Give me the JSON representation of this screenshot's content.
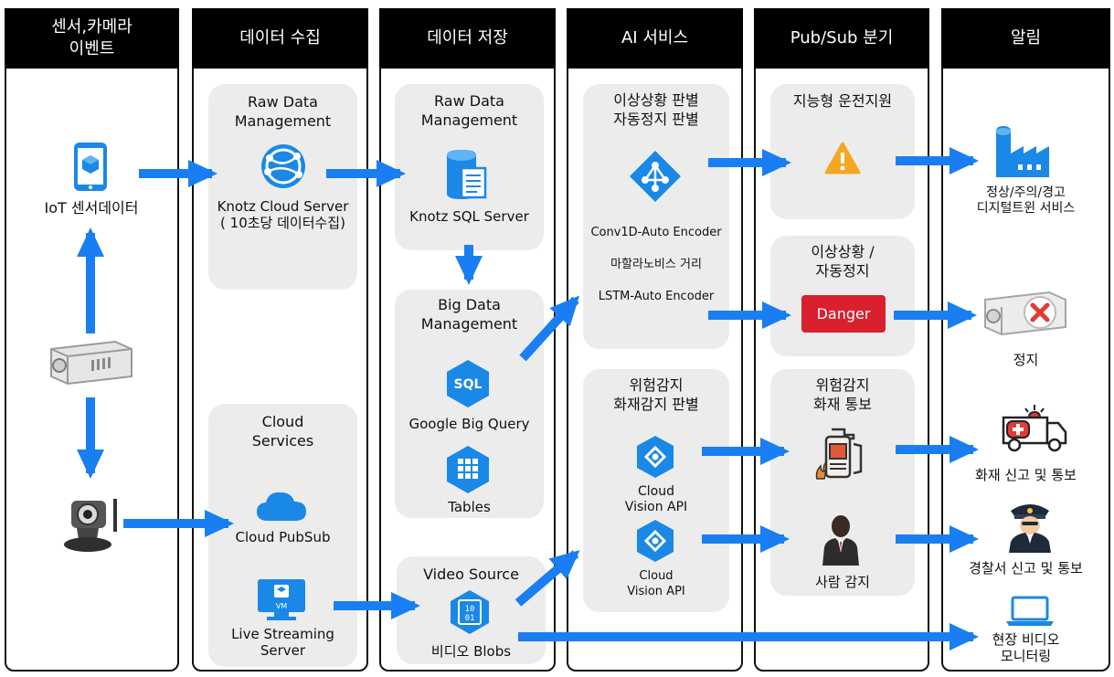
{
  "columns": [
    {
      "title": "센서,카메라\n이벤트"
    },
    {
      "title": "데이터 수집"
    },
    {
      "title": "데이터 저장"
    },
    {
      "title": "AI 서비스"
    },
    {
      "title": "Pub/Sub 분기"
    },
    {
      "title": "알림"
    }
  ],
  "sensors": {
    "iot_label": "IoT 센서데이터"
  },
  "collection": {
    "raw_title": "Raw Data\nManagement",
    "raw_server": "Knotz Cloud Server",
    "raw_server_note": "( 10초당 데이터수집)",
    "cloud_title": "Cloud\nServices",
    "pubsub_label": "Cloud PubSub",
    "streaming_label1": "Live Streaming",
    "streaming_label2": "Server",
    "vm_text": "VM"
  },
  "storage": {
    "raw_title": "Raw Data\nManagement",
    "sql_server": "Knotz SQL Server",
    "big_title": "Big Data\nManagement",
    "sql_icon_text": "SQL",
    "bigquery": "Google Big Query",
    "tables": "Tables",
    "video_title": "Video Source",
    "blob_icon_text": "10\n01",
    "blobs": "비디오 Blobs"
  },
  "ai": {
    "top_title": "이상상황 판별\n자동정지 판별",
    "conv1d": "Conv1D-Auto Encoder",
    "mahalanobis": "마할라노비스 거리",
    "lstm": "LSTM-Auto Encoder",
    "bottom_title": "위험감지\n화재감지 판별",
    "vision1_1": "Cloud",
    "vision1_2": "Vision API",
    "vision2_1": "Cloud",
    "vision2_2": "Vision API"
  },
  "pubsub": {
    "assist_title": "지능형 운전지원",
    "stop_title": "이상상황 /\n자동정지",
    "danger": "Danger",
    "fire_title": "위험감지\n화재 통보",
    "person": "사람 감지"
  },
  "alerts": {
    "twin1": "정상/주의/경고",
    "twin2": "디지털트윈 서비스",
    "stop": "정지",
    "fire": "화재 신고 및 통보",
    "police": "경찰서 신고 및 통보",
    "monitor1": "현장 비디오",
    "monitor2": "모니터링"
  },
  "colors": {
    "arrow": "#1a7ef3",
    "icon_blue": "#1a88e6",
    "danger": "#d8202f",
    "warning": "#f5a623",
    "panel": "#ececec"
  },
  "icons": [
    "phone-cube-icon",
    "cctv-camera-icon",
    "ip-camera-icon",
    "globe-network-icon",
    "cloud-icon",
    "vm-monitor-icon",
    "database-doc-icon",
    "sql-hexagon-icon",
    "table-hexagon-icon",
    "blob-hexagon-icon",
    "ml-network-diamond-icon",
    "vision-api-icon",
    "warning-triangle-icon",
    "fire-extinguisher-icon",
    "person-icon",
    "factory-icon",
    "camera-stop-icon",
    "ambulance-icon",
    "police-icon",
    "laptop-icon"
  ]
}
